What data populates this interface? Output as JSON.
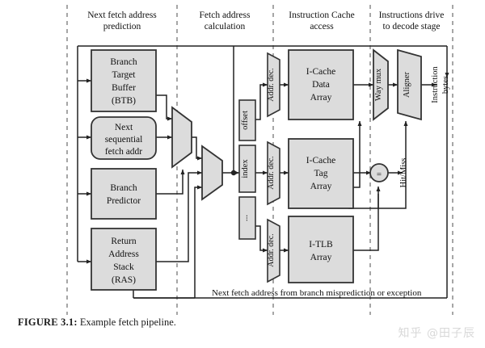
{
  "figure": {
    "caption_label": "FIGURE 3.1:",
    "caption_text": "Example fetch pipeline.",
    "watermark": "知乎 @田子辰"
  },
  "columns": [
    {
      "id": "col-next-fetch",
      "line1": "Next fetch address",
      "line2": "prediction"
    },
    {
      "id": "col-fetch-calc",
      "line1": "Fetch address",
      "line2": "calculation"
    },
    {
      "id": "col-icache",
      "line1": "Instruction Cache",
      "line2": "access"
    },
    {
      "id": "col-decode",
      "line1": "Instructions drive",
      "line2": "to decode stage"
    }
  ],
  "blocks": {
    "btb": {
      "lines": [
        "Branch",
        "Target",
        "Buffer",
        "(BTB)"
      ]
    },
    "nsfa": {
      "lines": [
        "Next",
        "sequential",
        "fetch addr"
      ]
    },
    "bpred": {
      "lines": [
        "Branch",
        "Predictor"
      ]
    },
    "ras": {
      "lines": [
        "Return",
        "Address",
        "Stack",
        "(RAS)"
      ]
    },
    "icache_data": {
      "lines": [
        "I-Cache",
        "Data",
        "Array"
      ]
    },
    "icache_tag": {
      "lines": [
        "I-Cache",
        "Tag",
        "Array"
      ]
    },
    "itlb": {
      "lines": [
        "I-TLB",
        "Array"
      ]
    }
  },
  "address_fields": [
    {
      "id": "field-offset",
      "label": "offset"
    },
    {
      "id": "field-index",
      "label": "index"
    },
    {
      "id": "field-more",
      "label": "..."
    }
  ],
  "decoders": [
    {
      "id": "addr-dec-data",
      "label": "Addr. dec."
    },
    {
      "id": "addr-dec-tag",
      "label": "Addr. dec."
    },
    {
      "id": "addr-dec-tlb",
      "label": "Addr. dec."
    }
  ],
  "muxes": [
    {
      "id": "mux-predict",
      "label": ""
    },
    {
      "id": "mux-select",
      "label": ""
    },
    {
      "id": "way-mux",
      "label": "Way mux"
    }
  ],
  "aligner": {
    "label": "Aligner"
  },
  "comparator": {
    "symbol": "="
  },
  "outputs": {
    "instruction_bytes": {
      "line1": "Instruction",
      "line2": "bytes"
    },
    "hit_miss": {
      "label": "Hit/Miss"
    }
  },
  "feedback": {
    "label": "Next fetch address from branch misprediction or exception"
  },
  "colors": {
    "block_fill": "#dcdcdc",
    "block_stroke": "#333333",
    "line": "#222222",
    "divider": "#666666",
    "watermark": "#d8d8d8"
  }
}
